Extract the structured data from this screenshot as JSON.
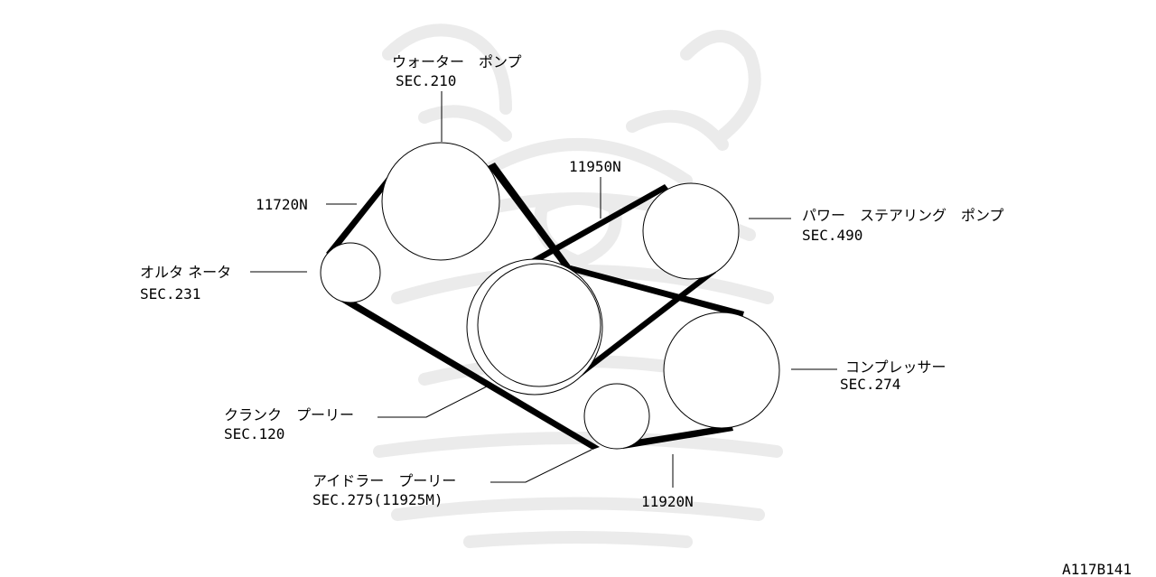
{
  "labels": {
    "water_pump": {
      "name": "ウォーター　ポンプ",
      "sec": "SEC.210"
    },
    "power_steering": {
      "name": "パワー　ステアリング　ポンプ",
      "sec": "SEC.490"
    },
    "alternator": {
      "name": "オルタ ネータ",
      "sec": "SEC.231"
    },
    "compressor": {
      "name": "コンプレッサー",
      "sec": "SEC.274"
    },
    "crank_pulley": {
      "name": "クランク　プーリー",
      "sec": "SEC.120"
    },
    "idler_pulley": {
      "name": "アイドラー　プーリー",
      "sec": "SEC.275(11925M)"
    }
  },
  "part_numbers": {
    "p11720n": "11720N",
    "p11950n": "11950N",
    "p11920n": "11920N"
  },
  "figure_code": "A117B141",
  "colors": {
    "ink": "#000000",
    "watermark": "#ebebeb",
    "background": "#ffffff"
  }
}
